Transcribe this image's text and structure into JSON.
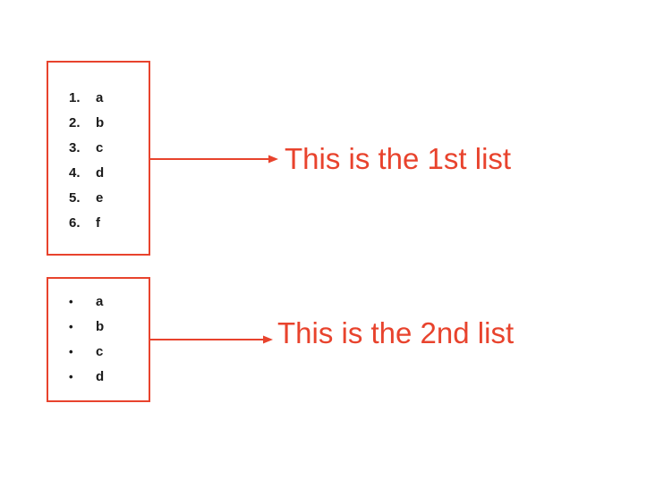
{
  "first_list": {
    "type": "ordered",
    "markers": [
      "1.",
      "2.",
      "3.",
      "4.",
      "5.",
      "6."
    ],
    "items": [
      "a",
      "b",
      "c",
      "d",
      "e",
      "f"
    ],
    "label": "This is the 1st list"
  },
  "second_list": {
    "type": "bulleted",
    "markers": [
      "•",
      "•",
      "•",
      "•"
    ],
    "items": [
      "a",
      "b",
      "c",
      "d"
    ],
    "label": "This is the 2nd list"
  },
  "colors": {
    "accent": "#E8432D",
    "list_text": "#1A1A1A",
    "background": "#FFFFFF"
  }
}
